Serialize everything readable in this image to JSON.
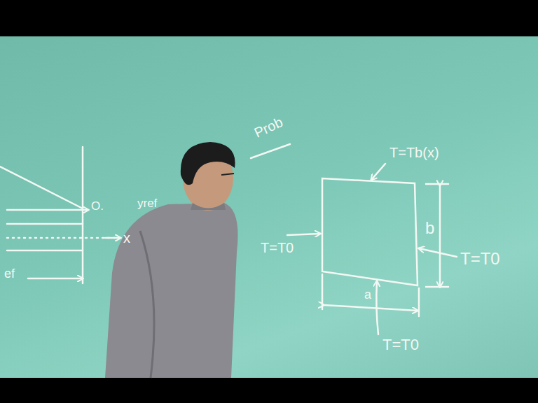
{
  "diagram": {
    "labels": [
      "Prob",
      "T=Tb(x)",
      "b",
      "T=T0",
      "T=T0",
      "a",
      "T=T0",
      "yref",
      "O.",
      "x",
      "ef"
    ]
  }
}
